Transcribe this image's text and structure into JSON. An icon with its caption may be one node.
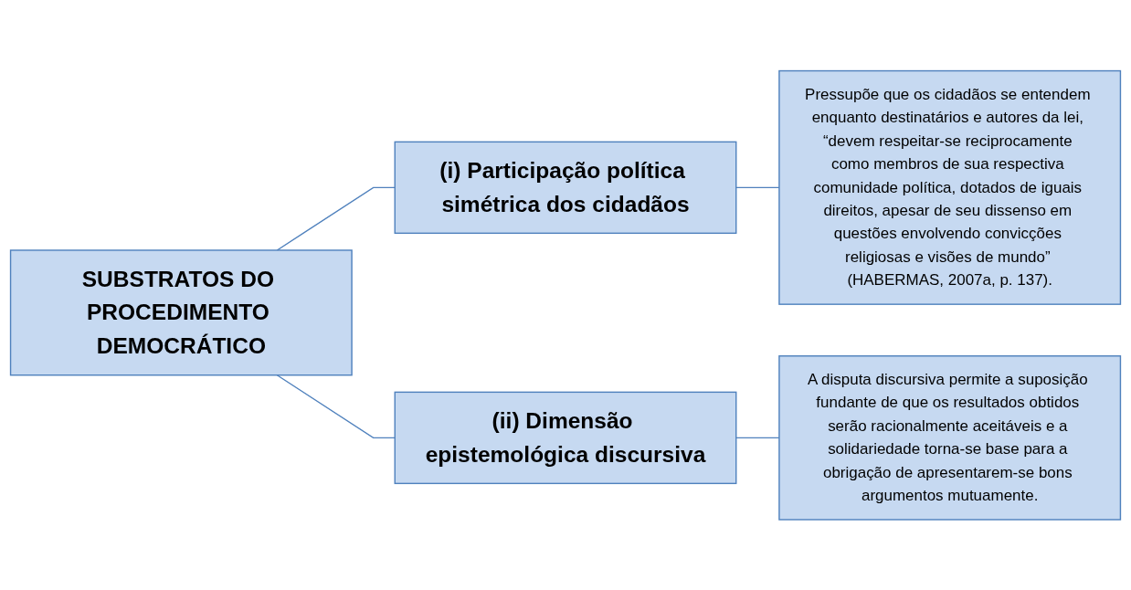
{
  "diagram": {
    "nodes": [
      {
        "text": [
          "SUBSTRATOS DO PROCEDIMENTO DEMOCRÁTICO"
        ]
      },
      {
        "text": [
          "(i) Participação política simétrica dos cidadãos"
        ]
      },
      {
        "text": [
          "Pressupõe que os cidadãos se entendem enquanto destinatários e autores da lei, “devem respeitar-se reciprocamente como membros de sua respectiva comunidade política, dotados de iguais direitos, apesar de seu dissenso em questões envolvendo convicções religiosas e visões de mundo” (HABERMAS, 2007a, p. 137)."
        ]
      },
      {
        "text": [
          "(ii) Dimensão epistemológica discursiva"
        ]
      },
      {
        "text": [
          "A disputa discursiva permite a suposição fundante de que os resultados obtidos serão racionalmente aceitáveis e a solidariedade torna-se base para a obrigação de apresentarem-se bons argumentos mutuamente."
        ]
      }
    ],
    "edges": [
      {
        "from": 0,
        "to": 1,
        "arrow": "none"
      },
      {
        "from": 0,
        "to": 3,
        "arrow": "none"
      },
      {
        "from": 1,
        "to": 2,
        "arrow": "none"
      },
      {
        "from": 3,
        "to": 4,
        "arrow": "none"
      }
    ]
  }
}
